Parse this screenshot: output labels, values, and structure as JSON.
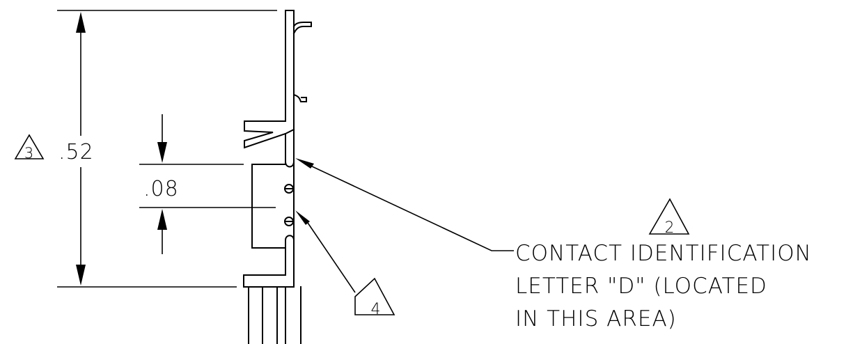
{
  "dimensions": {
    "overall_height": ".52",
    "overall_height_note_ref": "3",
    "slot_spacing": ".08"
  },
  "callouts": {
    "contact_id_ref": "2",
    "contact_id_note_lines": [
      "CONTACT IDENTIFICATION",
      "LETTER \"D\" (LOCATED",
      "IN THIS AREA)"
    ],
    "bump_ref": "4"
  }
}
